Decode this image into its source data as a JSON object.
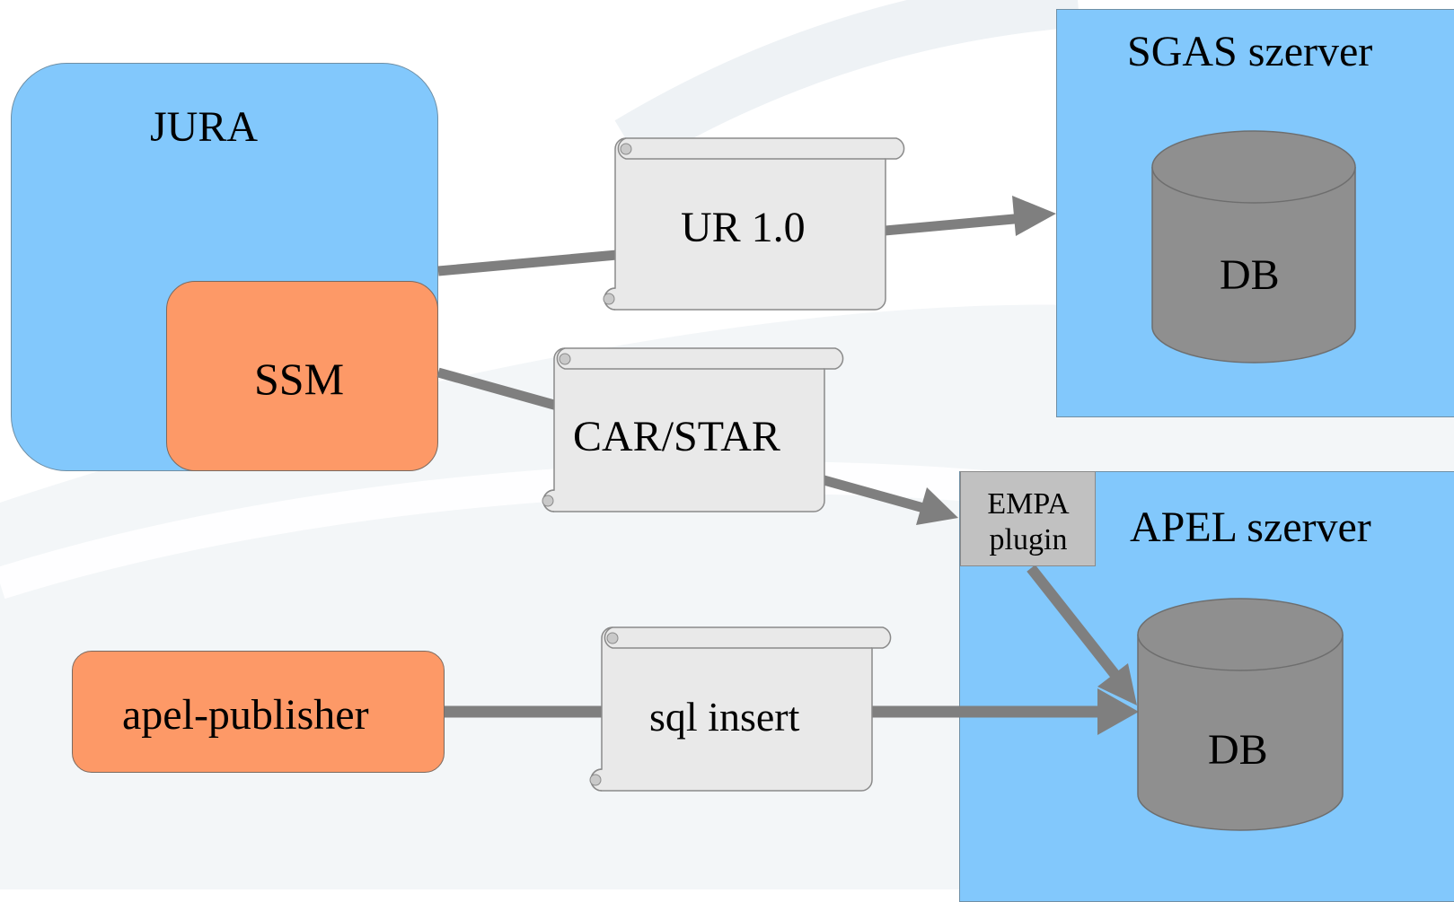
{
  "nodes": {
    "jura": "JURA",
    "ssm": "SSM",
    "apel_publisher": "apel-publisher",
    "sgas_server": "SGAS szerver",
    "apel_server": "APEL szerver",
    "empa_plugin": "EMPA plugin",
    "sgas_db": "DB",
    "apel_db": "DB"
  },
  "messages": {
    "ur": "UR 1.0",
    "car_star": "CAR/STAR",
    "sql_insert": "sql insert"
  },
  "colors": {
    "container_blue": "#82c8fc",
    "component_orange": "#fd9967",
    "database_gray": "#8f8f8f",
    "plugin_gray": "#c1c1c1",
    "document_gray": "#e9e9e9",
    "arrow_gray": "#7f7f7f"
  }
}
